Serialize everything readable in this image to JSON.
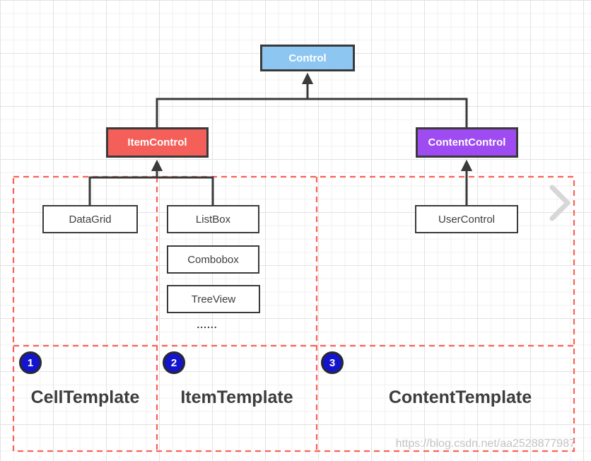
{
  "diagram": {
    "nodes": {
      "control": {
        "label": "Control",
        "fill": "#8ec6f2"
      },
      "item_control": {
        "label": "ItemControl",
        "fill": "#f55f59"
      },
      "content_control": {
        "label": "ContentControl",
        "fill": "#9e4cf1"
      },
      "data_grid": {
        "label": "DataGrid"
      },
      "list_box": {
        "label": "ListBox"
      },
      "combobox": {
        "label": "Combobox"
      },
      "tree_view": {
        "label": "TreeView"
      },
      "user_control": {
        "label": "UserControl"
      },
      "ellipsis": "......"
    },
    "regions": [
      {
        "number": "1",
        "label": "CellTemplate"
      },
      {
        "number": "2",
        "label": "ItemTemplate"
      },
      {
        "number": "3",
        "label": "ContentTemplate"
      }
    ],
    "colors": {
      "node_border": "#3a3a3a",
      "connector": "#3a3a3a",
      "region_dashed_red": "#fa6157",
      "badge_blue": "#1414cc",
      "control_fill": "#8ec6f2",
      "item_control_fill": "#f55f59",
      "content_control_fill": "#9e4cf1",
      "chevron_gray": "#d7d7d7"
    },
    "icons": {
      "next": "chevron-right-icon"
    },
    "watermark": "https://blog.csdn.net/aa2528877987"
  }
}
